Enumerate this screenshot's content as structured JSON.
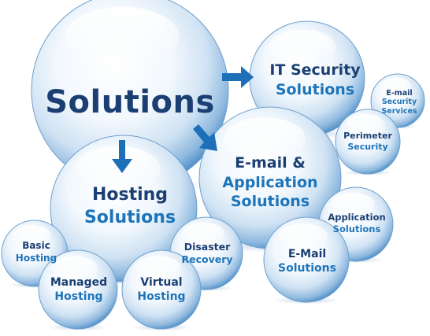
{
  "colors": {
    "text_dark": "#1b3f73",
    "text_light": "#1d74b9",
    "arrow": "#1d6fb8",
    "bubble_center": "#ffffff",
    "bubble_edge": "#4f8fc6"
  },
  "main": {
    "solutions": "Solutions"
  },
  "it_security": {
    "line1": "IT Security",
    "line2": "Solutions",
    "services": {
      "email_security": {
        "line1": "E-mail",
        "line2": "Security",
        "line3": "Services"
      },
      "perimeter_security": {
        "line1": "Perimeter",
        "line2": "Security"
      }
    }
  },
  "email_application": {
    "line1": "E-mail &",
    "line2": "Application",
    "line3": "Solutions",
    "services": {
      "application_solutions": {
        "line1": "Application",
        "line2": "Solutions"
      },
      "email_solutions": {
        "line1": "E-Mail",
        "line2": "Solutions"
      }
    }
  },
  "hosting": {
    "line1": "Hosting",
    "line2": "Solutions",
    "services": {
      "basic_hosting": {
        "line1": "Basic",
        "line2": "Hosting"
      },
      "managed_hosting": {
        "line1": "Managed",
        "line2": "Hosting"
      },
      "virtual_hosting": {
        "line1": "Virtual",
        "line2": "Hosting"
      },
      "disaster_recovery": {
        "line1": "Disaster",
        "line2": "Recovery"
      }
    }
  },
  "icons": [
    "arrow-right-icon",
    "arrow-down-icon",
    "arrow-diagonal-icon"
  ]
}
